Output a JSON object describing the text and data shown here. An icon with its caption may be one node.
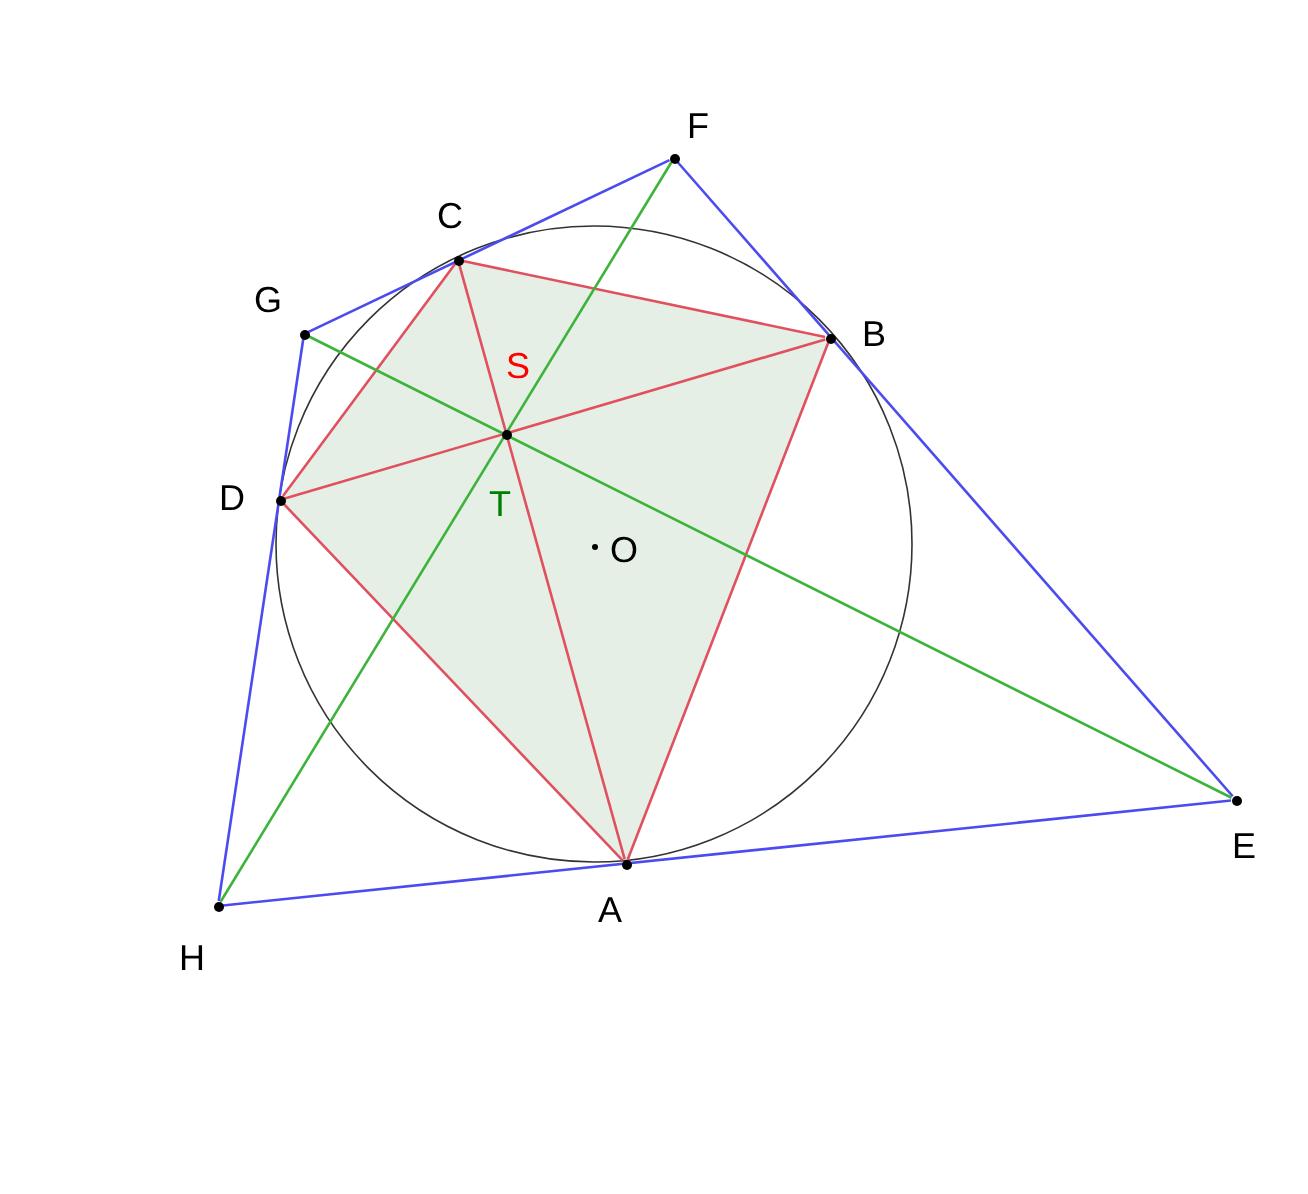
{
  "diagram": {
    "nodes": [
      {
        "text": [
          "F"
        ]
      },
      {
        "text": [
          "C"
        ]
      },
      {
        "text": [
          "G"
        ]
      },
      {
        "text": [
          "B"
        ]
      },
      {
        "text": [
          "D"
        ]
      },
      {
        "text": [
          "O"
        ]
      },
      {
        "text": [
          "E"
        ]
      },
      {
        "text": [
          "A"
        ]
      },
      {
        "text": [
          "H"
        ]
      }
    ],
    "edges": [
      {
        "from": 7,
        "to": 3,
        "arrow": "none"
      },
      {
        "from": 3,
        "to": 1,
        "arrow": "none"
      },
      {
        "from": 1,
        "to": 4,
        "arrow": "none"
      },
      {
        "from": 4,
        "to": 7,
        "arrow": "none"
      },
      {
        "from": 7,
        "to": 1,
        "arrow": "none"
      },
      {
        "from": 3,
        "to": 4,
        "arrow": "none"
      },
      {
        "from": 6,
        "to": 0,
        "arrow": "none",
        "color": "#4b4bf0"
      },
      {
        "from": 0,
        "to": 2,
        "arrow": "none",
        "color": "#4b4bf0"
      },
      {
        "from": 2,
        "to": 8,
        "arrow": "none",
        "color": "#4b4bf0"
      },
      {
        "from": 8,
        "to": 6,
        "arrow": "none",
        "color": "#4b4bf0"
      },
      {
        "from": 2,
        "to": 6,
        "arrow": "none",
        "color": "#3cb43c"
      },
      {
        "from": 0,
        "to": 8,
        "arrow": "none",
        "color": "#3cb43c"
      }
    ],
    "labels": [
      "S",
      "T"
    ]
  }
}
